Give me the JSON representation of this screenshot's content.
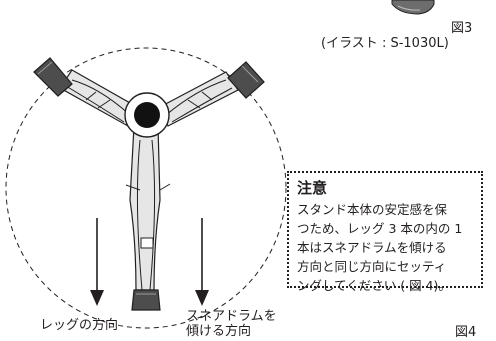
{
  "figure3": {
    "label": "図3",
    "illustration_note": "(イラスト : S-1030L)"
  },
  "caution": {
    "title": "注意",
    "lines": [
      "スタンド本体の安定感を保",
      "つため、レッグ 3 本の内の 1",
      "本はスネアドラムを傾ける",
      "方向と同じ方向にセッティ",
      "ングしてください ( 図 4)。"
    ]
  },
  "labels": {
    "leg_direction": "レッグの方向",
    "snare_direction_line1": "スネアドラムを",
    "snare_direction_line2": "傾ける方向"
  },
  "figure4": {
    "label": "図4"
  },
  "colors": {
    "ink": "#231f20",
    "fill_gray": "#e6e6e6",
    "dark_gray": "#4d4d4d"
  }
}
